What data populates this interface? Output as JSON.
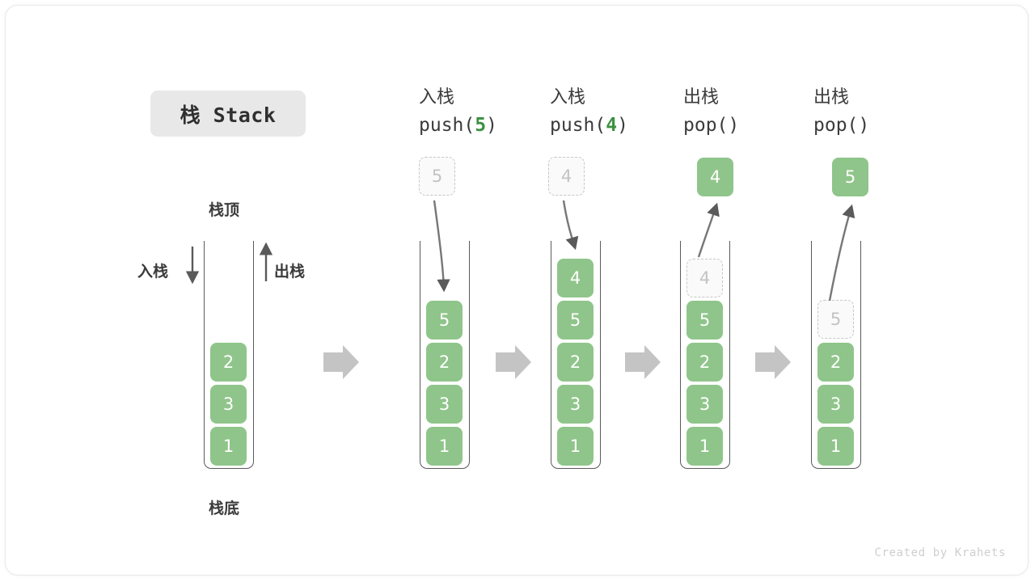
{
  "title": {
    "text": "栈 Stack"
  },
  "colors": {
    "cell_fill": "#8fc58a",
    "cell_text": "#ffffff",
    "ghost_fill": "#fafafa",
    "ghost_border": "#c6c6c6",
    "ghost_text": "#c3c3c3",
    "tube_border": "#5a5a5a",
    "arrow_gray": "#5a5a5a",
    "block_arrow": "#c4c4c4",
    "accent_green": "#3c9140",
    "text_dark": "#3b3b3b",
    "pill_bg": "#e8e8e8",
    "watermark": "#cfcfcf"
  },
  "labels": {
    "stack_top": "栈顶",
    "stack_bottom": "栈底",
    "push_side": "入栈",
    "pop_side": "出栈"
  },
  "columns": [
    {
      "id": "initial",
      "header_cn": "",
      "header_code_prefix": "",
      "header_code_arg": "",
      "header_code_suffix": "",
      "cells": [
        "2",
        "3",
        "1"
      ],
      "flying": null,
      "ghost_in_stack": null
    },
    {
      "id": "push-5",
      "header_cn": "入栈",
      "header_code_prefix": "push(",
      "header_code_arg": "5",
      "header_code_suffix": ")",
      "cells": [
        "5",
        "2",
        "3",
        "1"
      ],
      "flying": {
        "value": "5",
        "style": "ghost",
        "direction": "in"
      },
      "ghost_in_stack": null
    },
    {
      "id": "push-4",
      "header_cn": "入栈",
      "header_code_prefix": "push(",
      "header_code_arg": "4",
      "header_code_suffix": ")",
      "cells": [
        "4",
        "5",
        "2",
        "3",
        "1"
      ],
      "flying": {
        "value": "4",
        "style": "ghost",
        "direction": "in"
      },
      "ghost_in_stack": null
    },
    {
      "id": "pop-4",
      "header_cn": "出栈",
      "header_code_prefix": "pop(",
      "header_code_arg": "",
      "header_code_suffix": ")",
      "cells": [
        "5",
        "2",
        "3",
        "1"
      ],
      "flying": {
        "value": "4",
        "style": "filled",
        "direction": "out"
      },
      "ghost_in_stack": {
        "value": "4"
      }
    },
    {
      "id": "pop-5",
      "header_cn": "出栈",
      "header_code_prefix": "pop(",
      "header_code_arg": "",
      "header_code_suffix": ")",
      "cells": [
        "2",
        "3",
        "1"
      ],
      "flying": {
        "value": "5",
        "style": "filled",
        "direction": "out"
      },
      "ghost_in_stack": {
        "value": "5"
      }
    }
  ],
  "separators": [
    "step-arrow-1",
    "step-arrow-2",
    "step-arrow-3",
    "step-arrow-4"
  ],
  "watermark": "Created by Krahets"
}
